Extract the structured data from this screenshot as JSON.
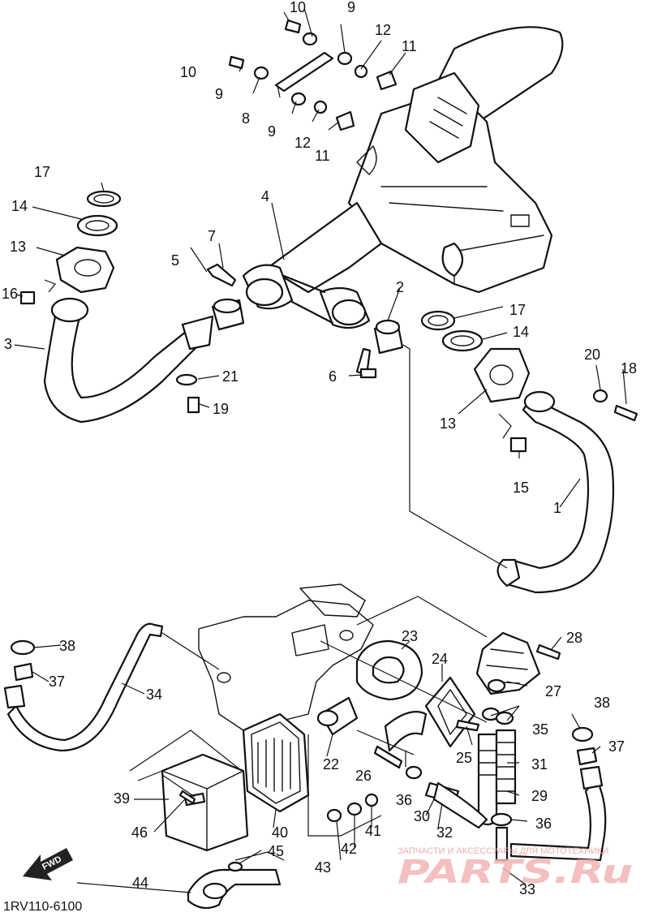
{
  "diagram_code": "1RV110-6100",
  "fwd_label": "FWD",
  "watermark": {
    "tagline": "ЗАПЧАСТИ И АКСЕССУАРЫ ДЛЯ МОТОТЕХНИКИ",
    "site": "PARTS.Ru"
  },
  "callouts": [
    "1",
    "2",
    "3",
    "4",
    "5",
    "6",
    "7",
    "8",
    "9",
    "10",
    "11",
    "12",
    "13",
    "14",
    "15",
    "16",
    "17",
    "18",
    "19",
    "20",
    "21",
    "22",
    "23",
    "24",
    "25",
    "26",
    "27",
    "28",
    "29",
    "30",
    "31",
    "32",
    "33",
    "34",
    "35",
    "36",
    "37",
    "38",
    "39",
    "40",
    "41",
    "42",
    "43",
    "44",
    "45",
    "46"
  ]
}
